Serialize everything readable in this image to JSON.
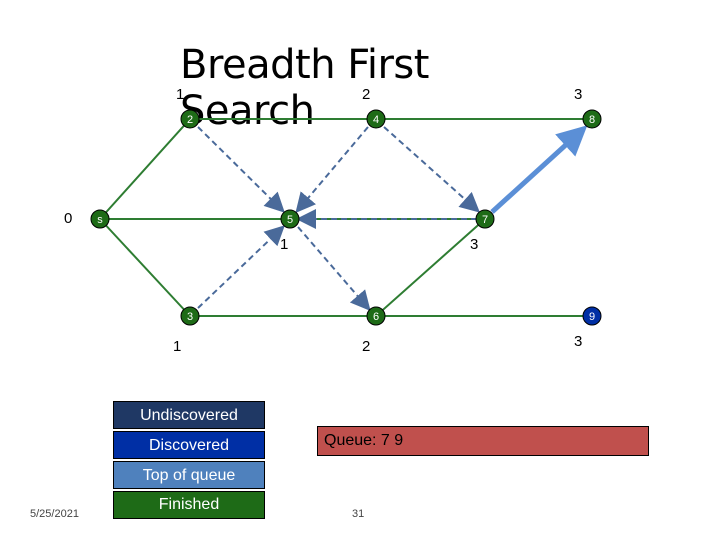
{
  "title": "Breadth First Search",
  "colors": {
    "undiscovered": "#1f3864",
    "discovered": "#002fa5",
    "top_of_queue": "#4f81bd",
    "finished": "#1e6b17",
    "tree_edge": "#2e7d32",
    "search_edge": "#4a6a9a",
    "queue_bg": "#c0504d"
  },
  "nodes": [
    {
      "id": "2",
      "state": "finished"
    },
    {
      "id": "4",
      "state": "finished"
    },
    {
      "id": "8",
      "state": "finished"
    },
    {
      "id": "s",
      "state": "finished"
    },
    {
      "id": "5",
      "state": "finished"
    },
    {
      "id": "7",
      "state": "finished"
    },
    {
      "id": "3",
      "state": "finished"
    },
    {
      "id": "6",
      "state": "finished"
    },
    {
      "id": "9",
      "state": "discovered"
    }
  ],
  "distances": {
    "top_1": "1",
    "top_2": "2",
    "top_3": "3",
    "mid_0": "0",
    "mid_1": "1",
    "mid_3": "3",
    "bot_1": "1",
    "bot_2": "2",
    "bot_3": "3"
  },
  "legend": {
    "undiscovered": "Undiscovered",
    "discovered": "Discovered",
    "top_of_queue": "Top of queue",
    "finished": "Finished"
  },
  "queue_label": "Queue: 7 9",
  "footer": {
    "date": "5/25/2021",
    "page": "31"
  }
}
